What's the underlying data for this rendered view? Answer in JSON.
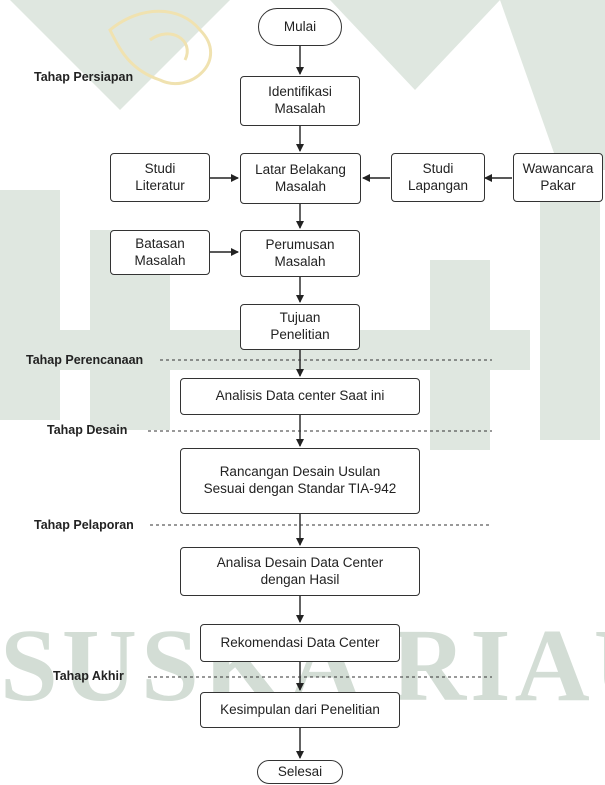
{
  "watermark": {
    "text": "SUSKA RIAU",
    "color": "#c9d6cc",
    "accent": "#e9d9a0"
  },
  "stages": {
    "persiapan": "Tahap Persiapan",
    "perencanaan": "Tahap Perencanaan",
    "desain": "Tahap Desain",
    "pelaporan": "Tahap Pelaporan",
    "akhir": "Tahap Akhir"
  },
  "nodes": {
    "mulai": "Mulai",
    "identifikasi": "Identifikasi\nMasalah",
    "latar": "Latar Belakang\nMasalah",
    "studi_literatur": "Studi\nLiteratur",
    "studi_lapangan": "Studi\nLapangan",
    "wawancara": "Wawancara\nPakar",
    "batasan": "Batasan\nMasalah",
    "perumusan": "Perumusan\nMasalah",
    "tujuan": "Tujuan\nPenelitian",
    "analisis": "Analisis Data center Saat ini",
    "rancangan": "Rancangan Desain Usulan\nSesuai dengan Standar TIA-942",
    "analisa": "Analisa Desain Data Center\ndengan Hasil",
    "rekomendasi": "Rekomendasi Data Center",
    "kesimpulan": "Kesimpulan dari Penelitian",
    "selesai": "Selesai"
  }
}
